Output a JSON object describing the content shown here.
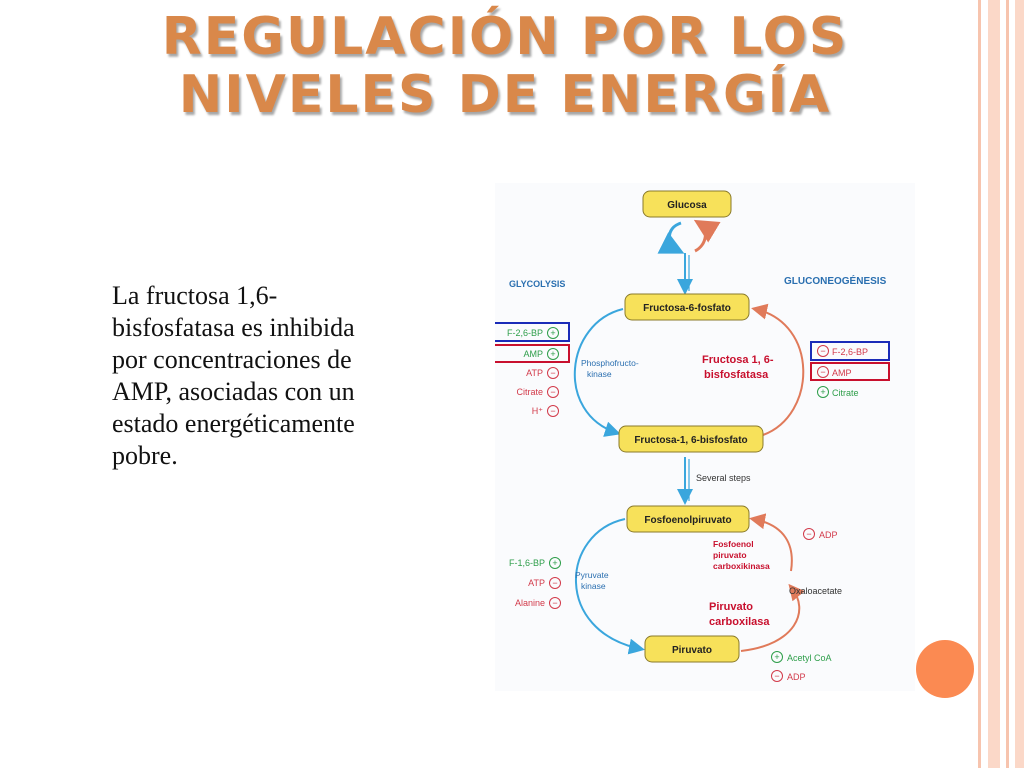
{
  "slide": {
    "title_line1": "REGULACIÓN POR LOS",
    "title_line2": "NIVELES DE ENERGÍA",
    "body_text": "La fructosa 1,6-bisfosfatasa es inhibida  por concentraciones de AMP, asociadas con un estado energéticamente pobre."
  },
  "diagram": {
    "nodes": {
      "glucosa": "Glucosa",
      "f6p": "Fructosa-6-fosfato",
      "f16bp": "Fructosa-1, 6-bisfosfato",
      "pep": "Fosfoenolpiruvato",
      "piruvato": "Piruvato"
    },
    "labels": {
      "glycolysis": "GLYCOLYSIS",
      "gluconeogenesis": "GLUCONEOGÉNESIS",
      "pfk_1": "Phosphofructo-",
      "pfk_2": "kinase",
      "fbpase_1": "Fructosa 1, 6-",
      "fbpase_2": "bisfosfatasa",
      "several_steps": "Several steps",
      "pk_1": "Pyruvate",
      "pk_2": "kinase",
      "pepck_1": "Fosfoenol",
      "pepck_2": "piruvato",
      "pepck_3": "carboxikinasa",
      "oxaloacetate": "Oxaloacetate",
      "pc_1": "Piruvato",
      "pc_2": "carboxilasa"
    },
    "pfk_regulators": [
      {
        "name": "F-2,6-BP",
        "sign": "+"
      },
      {
        "name": "AMP",
        "sign": "+"
      },
      {
        "name": "ATP",
        "sign": "−"
      },
      {
        "name": "Citrate",
        "sign": "−"
      },
      {
        "name": "H⁺",
        "sign": "−"
      }
    ],
    "fbpase_regulators": [
      {
        "name": "F-2,6-BP",
        "sign": "−"
      },
      {
        "name": "AMP",
        "sign": "−"
      },
      {
        "name": "Citrate",
        "sign": "+"
      }
    ],
    "pk_regulators": [
      {
        "name": "F-1,6-BP",
        "sign": "+"
      },
      {
        "name": "ATP",
        "sign": "−"
      },
      {
        "name": "Alanine",
        "sign": "−"
      }
    ],
    "pepck_regulators": [
      {
        "name": "ADP",
        "sign": "−"
      }
    ],
    "pc_regulators": [
      {
        "name": "Acetyl CoA",
        "sign": "+"
      },
      {
        "name": "ADP",
        "sign": "−"
      }
    ],
    "colors": {
      "node_fill": "#f7e15a",
      "glycolysis_arrow": "#3aa6dd",
      "gluconeo_arrow": "#e07a5a",
      "activator": "#2e9e4a",
      "inhibitor": "#d23a4a",
      "enzyme_red": "#c8102e",
      "title": "#d9884a"
    }
  }
}
